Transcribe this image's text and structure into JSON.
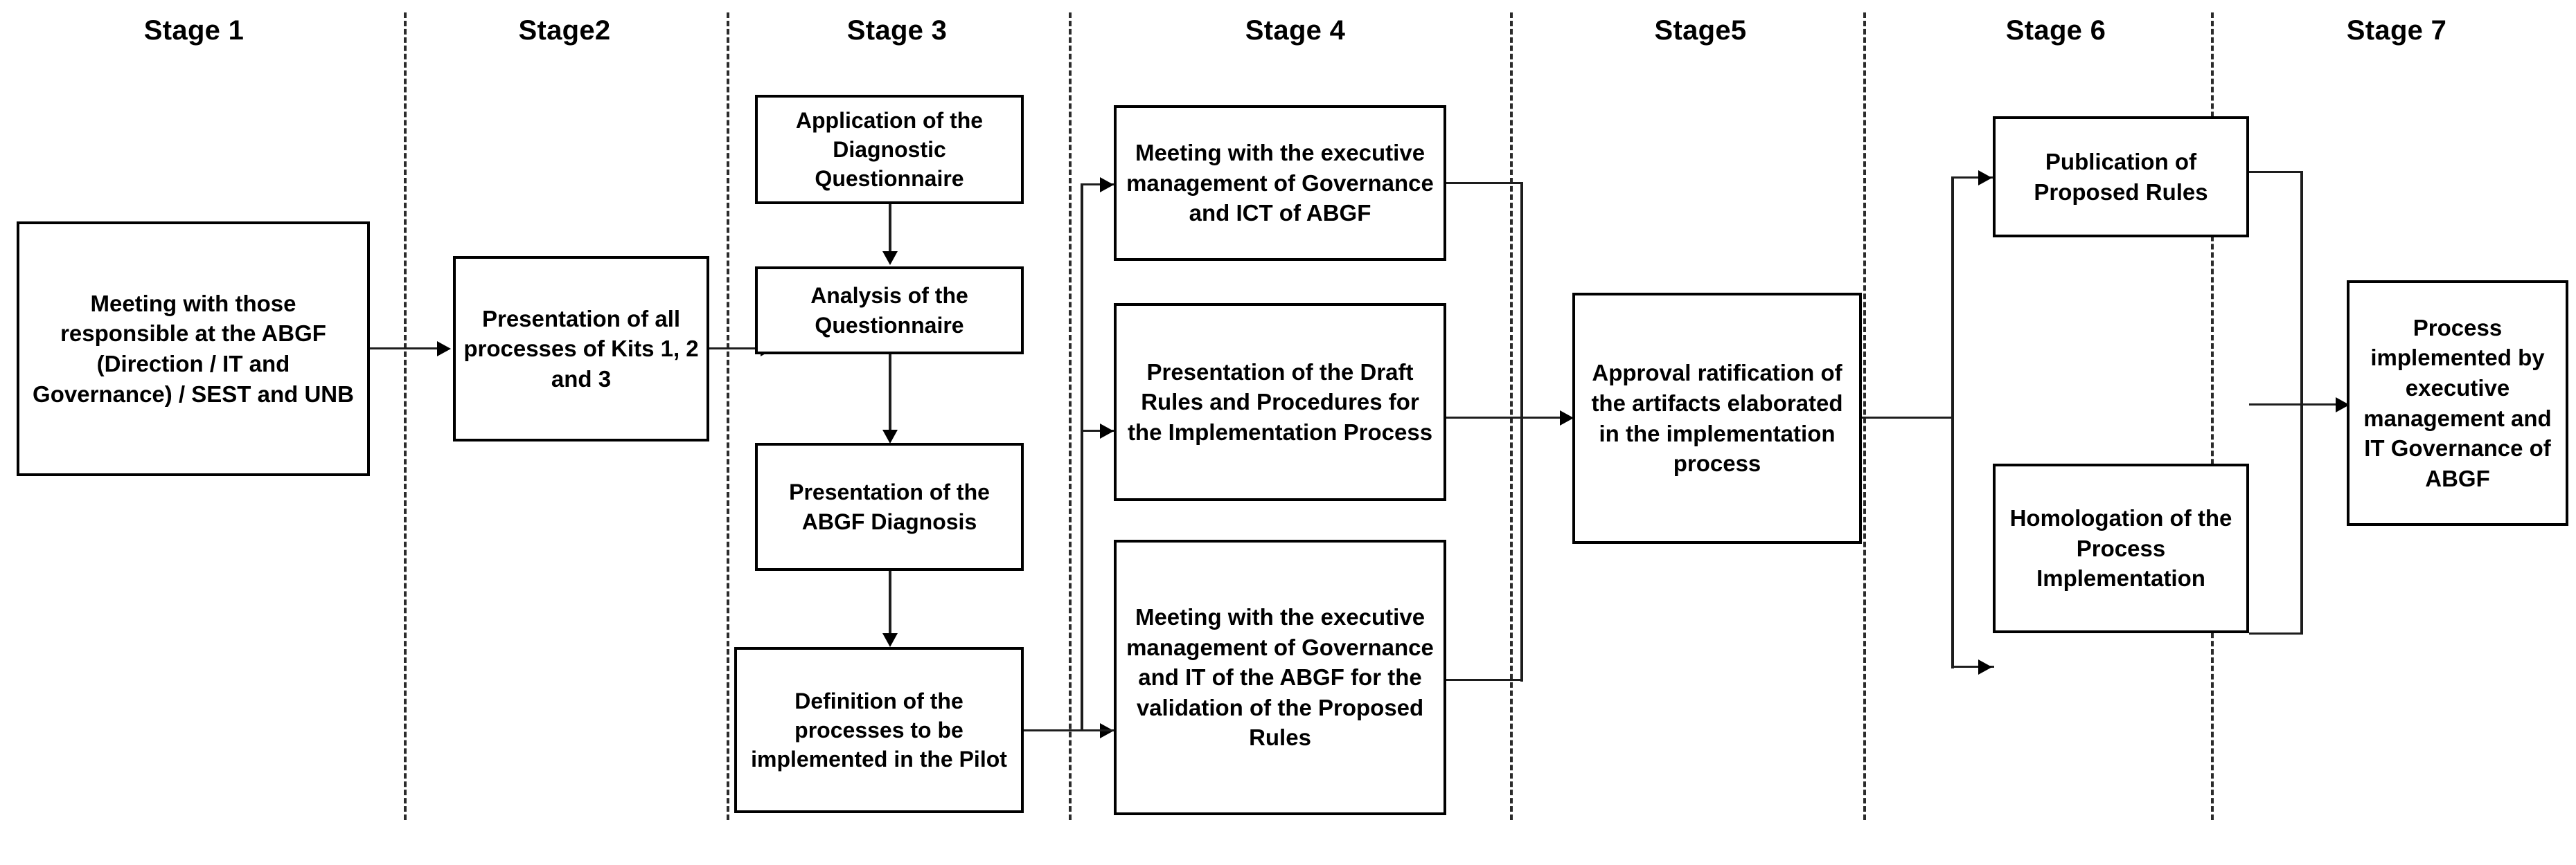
{
  "diagram": {
    "title": "Implementation stages flowchart",
    "colors": {
      "box_border": "#000000",
      "divider": "#2b2b2b",
      "connector": "#1d1d1d",
      "background": "#ffffff",
      "text": "#000000"
    },
    "stages": [
      {
        "id": "stage-1",
        "label": "Stage 1",
        "nodes": [
          {
            "id": "s1-n1",
            "text": "Meeting with those responsible at the ABGF (Direction / IT and Governance) / SEST and UNB"
          }
        ]
      },
      {
        "id": "stage-2",
        "label": "Stage2",
        "nodes": [
          {
            "id": "s2-n1",
            "text": "Presentation of all processes of Kits 1, 2 and 3"
          }
        ]
      },
      {
        "id": "stage-3",
        "label": "Stage 3",
        "nodes": [
          {
            "id": "s3-n1",
            "text": "Application of the Diagnostic Questionnaire"
          },
          {
            "id": "s3-n2",
            "text": "Analysis of the Questionnaire"
          },
          {
            "id": "s3-n3",
            "text": "Presentation of the ABGF Diagnosis"
          },
          {
            "id": "s3-n4",
            "text": "Definition of the processes to be implemented in the Pilot"
          }
        ]
      },
      {
        "id": "stage-4",
        "label": "Stage 4",
        "nodes": [
          {
            "id": "s4-n1",
            "text": "Meeting with the executive management of Governance and ICT of ABGF"
          },
          {
            "id": "s4-n2",
            "text": "Presentation of the Draft Rules and Procedures for the Implementation Process"
          },
          {
            "id": "s4-n3",
            "text": "Meeting with the executive management of Governance and IT of the ABGF for the validation of the Proposed Rules"
          }
        ]
      },
      {
        "id": "stage-5",
        "label": "Stage5",
        "nodes": [
          {
            "id": "s5-n1",
            "text": "Approval ratification of the artifacts elaborated in the implementation process"
          }
        ]
      },
      {
        "id": "stage-6",
        "label": "Stage 6",
        "nodes": [
          {
            "id": "s6-n1",
            "text": "Publication of Proposed Rules"
          },
          {
            "id": "s6-n2",
            "text": "Homologation of the Process Implementation"
          }
        ]
      },
      {
        "id": "stage-7",
        "label": "Stage 7",
        "nodes": [
          {
            "id": "s7-n1",
            "text": "Process implemented by executive management and IT Governance of ABGF"
          }
        ]
      }
    ]
  }
}
